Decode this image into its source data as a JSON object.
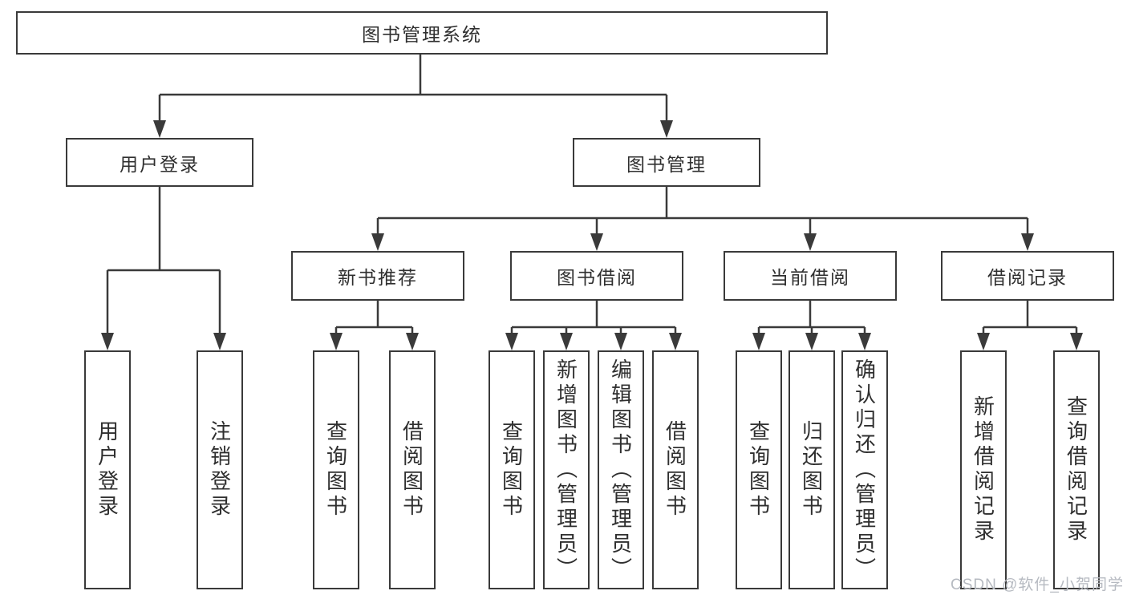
{
  "tree": {
    "label": "图书管理系统",
    "children": [
      {
        "label": "用户登录",
        "children": [
          {
            "label": "用户登录"
          },
          {
            "label": "注销登录"
          }
        ]
      },
      {
        "label": "图书管理",
        "children": [
          {
            "label": "新书推荐",
            "children": [
              {
                "label": "查询图书"
              },
              {
                "label": "借阅图书"
              }
            ]
          },
          {
            "label": "图书借阅",
            "children": [
              {
                "label": "查询图书"
              },
              {
                "label": "新增图书（管理员）"
              },
              {
                "label": "编辑图书（管理员）"
              },
              {
                "label": "借阅图书"
              }
            ]
          },
          {
            "label": "当前借阅",
            "children": [
              {
                "label": "查询图书"
              },
              {
                "label": "归还图书"
              },
              {
                "label": "确认归还（管理员）"
              }
            ]
          },
          {
            "label": "借阅记录",
            "children": [
              {
                "label": "新增借阅记录"
              },
              {
                "label": "查询借阅记录"
              }
            ]
          }
        ]
      }
    ]
  },
  "watermark": "CSDN @软件_小贺同学",
  "colors": {
    "line": "#3a3a3a",
    "text": "#2f2f2f",
    "background": "#ffffff",
    "watermark": "#b6bac1"
  }
}
